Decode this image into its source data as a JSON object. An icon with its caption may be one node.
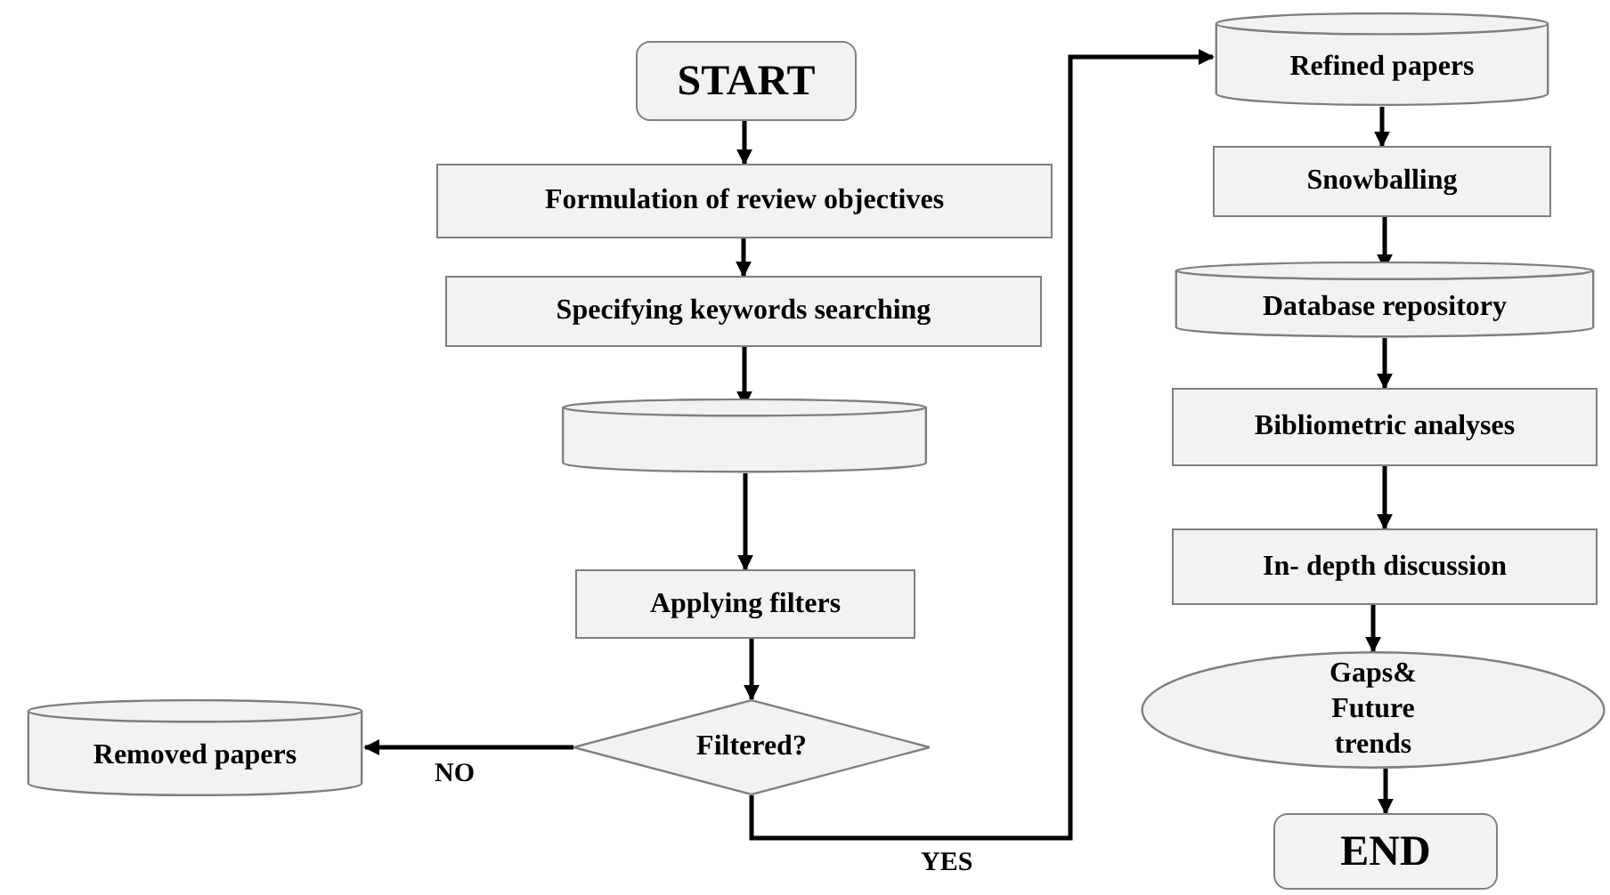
{
  "diagram": {
    "nodes": [
      {
        "text": [
          "START"
        ]
      },
      {
        "text": [
          "Formulation of review objectives"
        ]
      },
      {
        "text": [
          "Specifying keywords searching"
        ]
      },
      {
        "text": [],
        "shape": "cylinder"
      },
      {
        "text": [
          "Applying filters"
        ]
      },
      {
        "text": [
          "Filtered?"
        ]
      },
      {
        "text": [
          "Removed papers"
        ]
      },
      {
        "text": [
          "Refined papers"
        ]
      },
      {
        "text": [
          "Snowballing"
        ]
      },
      {
        "text": [
          "Database repository"
        ]
      },
      {
        "text": [
          "Bibliometric analyses"
        ]
      },
      {
        "text": [
          "In- depth discussion"
        ]
      },
      {
        "text": [
          "Gaps& Future trends"
        ]
      },
      {
        "text": [
          "END"
        ]
      }
    ],
    "edges": [
      {
        "from": 0,
        "to": 1,
        "arrow": "to"
      },
      {
        "from": 1,
        "to": 2,
        "arrow": "to"
      },
      {
        "from": 2,
        "to": 3,
        "arrow": "to"
      },
      {
        "from": 3,
        "to": 4,
        "arrow": "to"
      },
      {
        "from": 4,
        "to": 5,
        "arrow": "to"
      },
      {
        "from": 5,
        "to": 6,
        "arrow": "to",
        "label": "NO"
      },
      {
        "from": 5,
        "to": 7,
        "arrow": "to",
        "label": "YES"
      },
      {
        "from": 7,
        "to": 8,
        "arrow": "to"
      },
      {
        "from": 8,
        "to": 9,
        "arrow": "to"
      },
      {
        "from": 9,
        "to": 10,
        "arrow": "to"
      },
      {
        "from": 10,
        "to": 11,
        "arrow": "to"
      },
      {
        "from": 11,
        "to": 12,
        "arrow": "to"
      },
      {
        "from": 12,
        "to": 13,
        "arrow": "to"
      }
    ]
  }
}
